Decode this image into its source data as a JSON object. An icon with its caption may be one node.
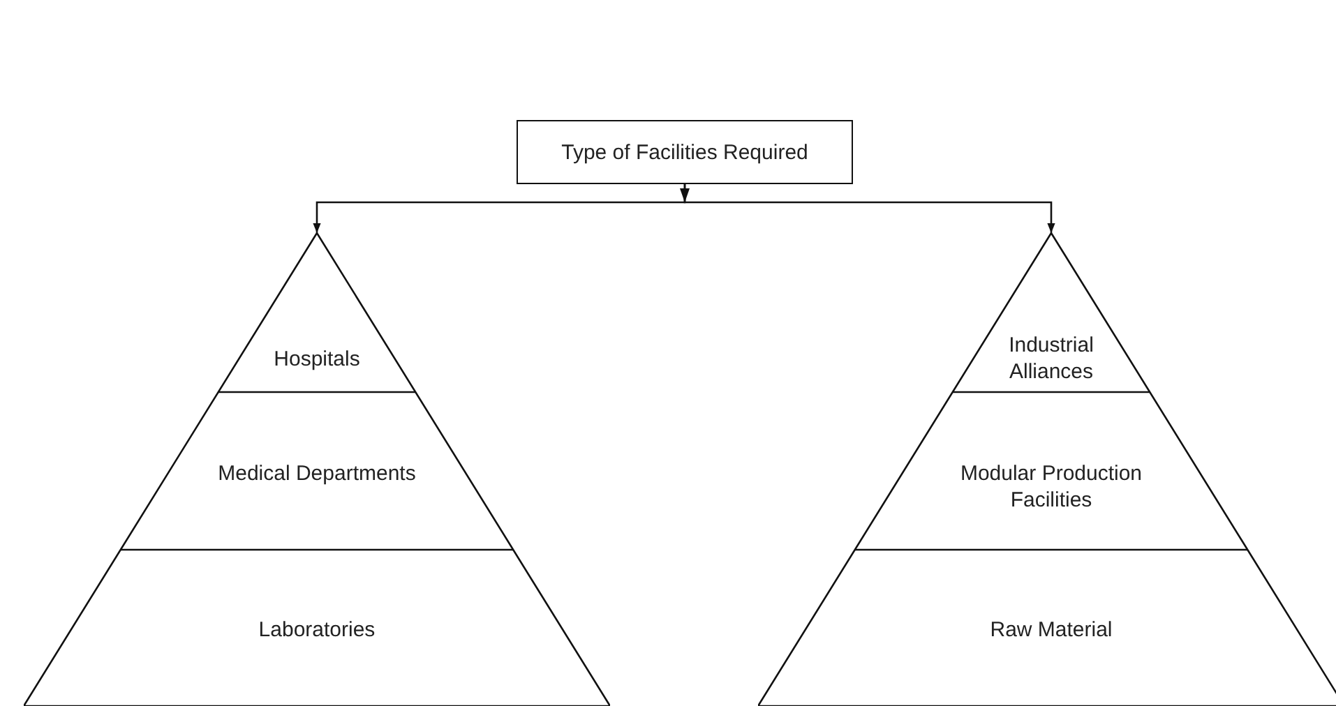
{
  "diagram": {
    "nodes": [
      {
        "text": [
          "Type of Facilities Required"
        ]
      },
      {
        "text": [],
        "shape": "triangle"
      },
      {
        "text": [
          "Hospitals"
        ],
        "in": 1
      },
      {
        "text": [
          "Medical Departments"
        ],
        "in": 1
      },
      {
        "text": [
          "Laboratories"
        ],
        "in": 1
      },
      {
        "text": [],
        "shape": "triangle"
      },
      {
        "text": [
          "Industrial Alliances"
        ],
        "in": 5
      },
      {
        "text": [
          "Modular Production Facilities"
        ],
        "in": 5
      },
      {
        "text": [
          "Raw Material"
        ],
        "in": 5
      }
    ],
    "edges": [
      {
        "from": 0,
        "to": 1,
        "arrow": "to"
      },
      {
        "from": 0,
        "to": 5,
        "arrow": "to"
      }
    ]
  }
}
